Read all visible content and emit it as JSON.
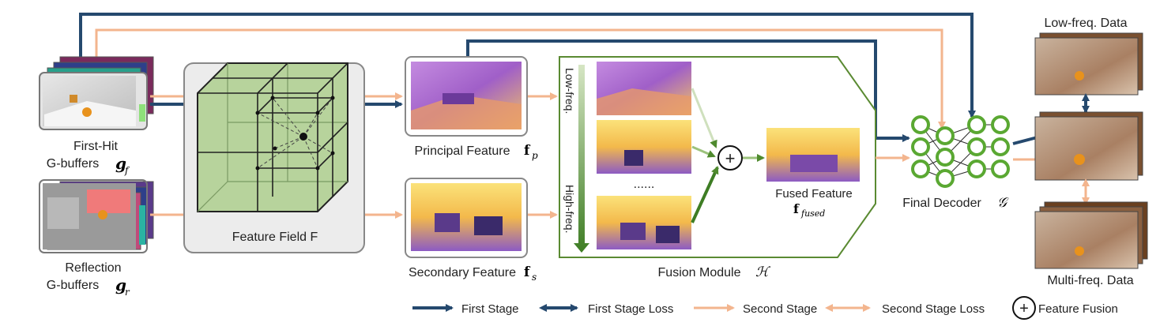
{
  "inputs": {
    "first_hit": {
      "line1": "First-Hit",
      "line2": "G-buffers",
      "symbol": "g",
      "sub": "f"
    },
    "reflection": {
      "line1": "Reflection",
      "line2": "G-buffers",
      "symbol": "g",
      "sub": "r"
    }
  },
  "feature_field": {
    "label": "Feature Field F"
  },
  "principal": {
    "label": "Principal Feature",
    "symbol": "f",
    "sub": "p"
  },
  "secondary": {
    "label": "Secondary Feature",
    "symbol": "f",
    "sub": "s"
  },
  "fusion": {
    "low_freq": "Low-freq.",
    "high_freq": "High-freq.",
    "ellipsis": "......",
    "fused_line1": "Fused Feature",
    "fused_symbol": "f",
    "fused_sub": "fused",
    "module_label": "Fusion Module",
    "module_symbol": "ℋ"
  },
  "decoder": {
    "label": "Final Decoder",
    "symbol": "𝒢"
  },
  "outputs": {
    "low": "Low-freq. Data",
    "multi": "Multi-freq. Data"
  },
  "legend": {
    "first_stage": "First Stage",
    "first_stage_loss": "First Stage Loss",
    "second_stage": "Second Stage",
    "second_stage_loss": "Second Stage Loss",
    "feature_fusion": "Feature Fusion",
    "plus": "+"
  },
  "colors": {
    "first_stage": "#25496e",
    "second_stage": "#f3b58e",
    "fusion_border": "#5a8a32",
    "decoder_node": "#5aa832",
    "cube_fill": "#b7d39c"
  }
}
